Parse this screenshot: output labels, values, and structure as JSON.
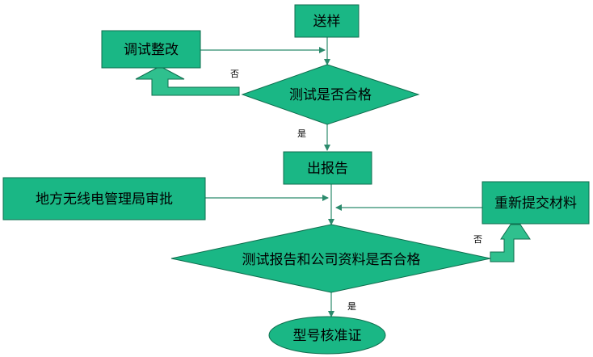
{
  "diagram": {
    "nodes": {
      "send_sample": "送样",
      "debug_fix": "调试整改",
      "test_pass": "测试是否合格",
      "issue_report": "出报告",
      "local_approval": "地方无线电管理局审批",
      "resubmit": "重新提交材料",
      "report_check": "测试报告和公司资料是否合格",
      "type_approval": "型号核准证"
    },
    "labels": {
      "no_1": "否",
      "yes_1": "是",
      "no_2": "否",
      "yes_2": "是"
    },
    "colors": {
      "node_fill": "#1ab785",
      "node_border": "#0f6e4e",
      "arrow": "#2b8a6c",
      "block_arrow": "#2fc08e"
    }
  }
}
